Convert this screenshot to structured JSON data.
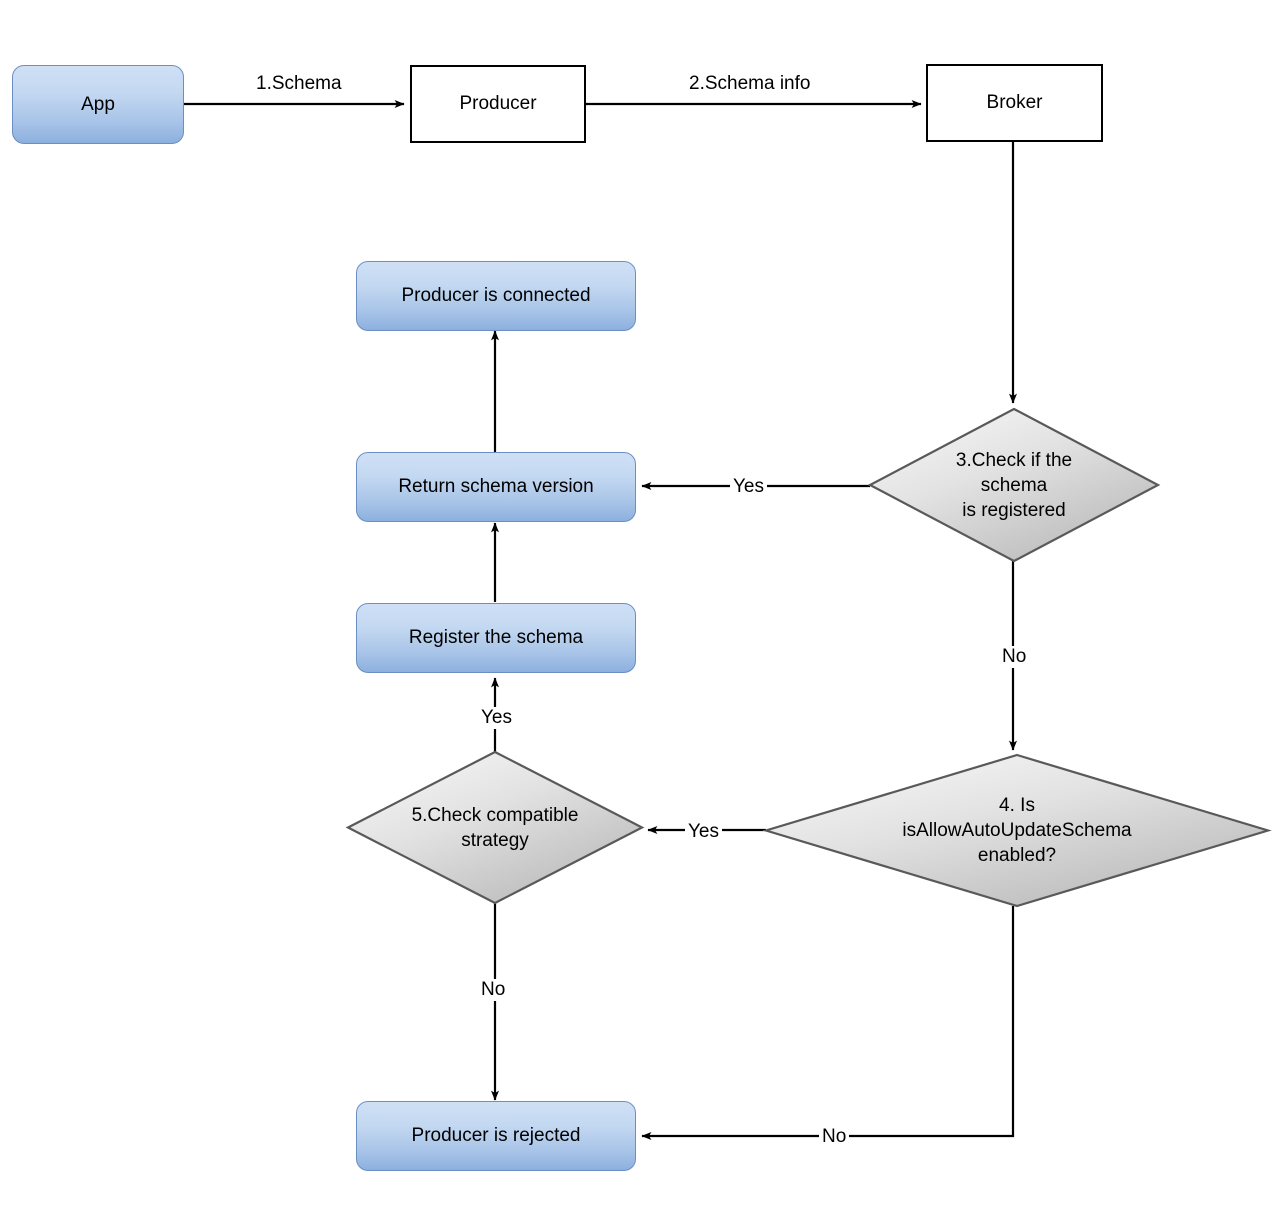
{
  "diagram": {
    "title": "Pulsar producer schema registration flow",
    "type": "flowchart",
    "colors": {
      "rounded_fill_top": "#cfe0f5",
      "rounded_fill_bottom": "#8cb0de",
      "rounded_border": "#6b8fc4",
      "rect_fill": "#ffffff",
      "rect_border": "#000000",
      "diamond_fill_top": "#f2f2f2",
      "diamond_fill_bottom": "#b8b8b8",
      "diamond_border": "#595959",
      "edge_color": "#000000",
      "text_color": "#000000",
      "background": "#ffffff"
    },
    "nodes": [
      {
        "id": "app",
        "shape": "rounded",
        "label": "App"
      },
      {
        "id": "producer",
        "shape": "rect",
        "label": "Producer"
      },
      {
        "id": "broker",
        "shape": "rect",
        "label": "Broker"
      },
      {
        "id": "producer-connected",
        "shape": "rounded",
        "label": "Producer is connected"
      },
      {
        "id": "return-schema",
        "shape": "rounded",
        "label": "Return schema version"
      },
      {
        "id": "register-schema",
        "shape": "rounded",
        "label": "Register the schema"
      },
      {
        "id": "producer-rejected",
        "shape": "rounded",
        "label": "Producer is rejected"
      },
      {
        "id": "check-registered",
        "shape": "diamond",
        "label": "3.Check if the\nschema\nis registered"
      },
      {
        "id": "check-autoupdate",
        "shape": "diamond",
        "label": "4. Is\nisAllowAutoUpdateSchema\nenabled?"
      },
      {
        "id": "check-compatible",
        "shape": "diamond",
        "label": "5.Check compatible\nstrategy"
      }
    ],
    "edges": [
      {
        "id": "app-to-producer",
        "from": "app",
        "to": "producer",
        "label": "1.Schema"
      },
      {
        "id": "producer-to-broker",
        "from": "producer",
        "to": "broker",
        "label": "2.Schema info"
      },
      {
        "id": "broker-to-check-registered",
        "from": "broker",
        "to": "check-registered",
        "label": ""
      },
      {
        "id": "check-registered-yes",
        "from": "check-registered",
        "to": "return-schema",
        "label": "Yes"
      },
      {
        "id": "check-registered-no",
        "from": "check-registered",
        "to": "check-autoupdate",
        "label": "No"
      },
      {
        "id": "check-autoupdate-yes",
        "from": "check-autoupdate",
        "to": "check-compatible",
        "label": "Yes"
      },
      {
        "id": "check-autoupdate-no",
        "from": "check-autoupdate",
        "to": "producer-rejected",
        "label": "No"
      },
      {
        "id": "check-compatible-yes",
        "from": "check-compatible",
        "to": "register-schema",
        "label": "Yes"
      },
      {
        "id": "check-compatible-no",
        "from": "check-compatible",
        "to": "producer-rejected",
        "label": "No"
      },
      {
        "id": "register-to-return",
        "from": "register-schema",
        "to": "return-schema",
        "label": ""
      },
      {
        "id": "return-to-connected",
        "from": "return-schema",
        "to": "producer-connected",
        "label": ""
      }
    ],
    "labels": {
      "app": "App",
      "producer": "Producer",
      "broker": "Broker",
      "producer_connected": "Producer is connected",
      "return_schema": "Return schema version",
      "register_schema": "Register the schema",
      "producer_rejected": "Producer is rejected",
      "check_registered": "3.Check if the\nschema\nis registered",
      "check_autoupdate": "4. Is\nisAllowAutoUpdateSchema\nenabled?",
      "check_compatible": "5.Check compatible\nstrategy",
      "edge_1_schema": "1.Schema",
      "edge_2_schema_info": "2.Schema info",
      "yes_registered": "Yes",
      "no_registered": "No",
      "yes_autoupdate": "Yes",
      "no_autoupdate": "No",
      "yes_compatible": "Yes",
      "no_compatible": "No"
    }
  }
}
